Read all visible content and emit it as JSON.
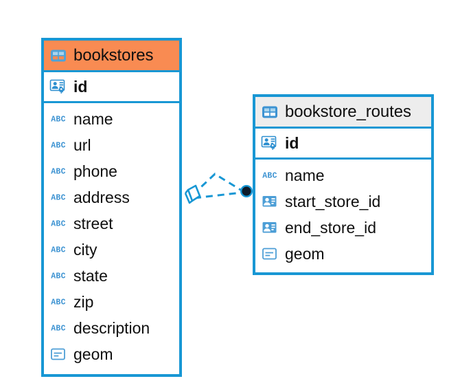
{
  "diagram": {
    "type": "entity-relationship-diagram",
    "background_color": "#ffffff",
    "accent_color": "#1897d4",
    "highlight_color": "#f98b52"
  },
  "tables": [
    {
      "name": "bookstores",
      "header_style": "orange",
      "header_icon": "table-icon",
      "primary_key": {
        "label": "id",
        "icon": "primary-key-icon"
      },
      "fields": [
        {
          "label": "name",
          "icon": "abc-text-icon"
        },
        {
          "label": "url",
          "icon": "abc-text-icon"
        },
        {
          "label": "phone",
          "icon": "abc-text-icon"
        },
        {
          "label": "address",
          "icon": "abc-text-icon"
        },
        {
          "label": "street",
          "icon": "abc-text-icon"
        },
        {
          "label": "city",
          "icon": "abc-text-icon"
        },
        {
          "label": "state",
          "icon": "abc-text-icon"
        },
        {
          "label": "zip",
          "icon": "abc-text-icon"
        },
        {
          "label": "description",
          "icon": "abc-text-icon"
        },
        {
          "label": "geom",
          "icon": "geometry-icon"
        }
      ]
    },
    {
      "name": "bookstore_routes",
      "header_style": "grey",
      "header_icon": "table-icon",
      "primary_key": {
        "label": "id",
        "icon": "primary-key-icon"
      },
      "fields": [
        {
          "label": "name",
          "icon": "abc-text-icon"
        },
        {
          "label": "start_store_id",
          "icon": "foreign-key-icon"
        },
        {
          "label": "end_store_id",
          "icon": "foreign-key-icon"
        },
        {
          "label": "geom",
          "icon": "geometry-icon"
        }
      ]
    }
  ],
  "relationship": {
    "style": "dashed",
    "color": "#1897d4",
    "source_endpoint": "diamond-outline",
    "target_endpoint": "filled-circle",
    "target_endpoint_color": "#0d1b2a"
  }
}
